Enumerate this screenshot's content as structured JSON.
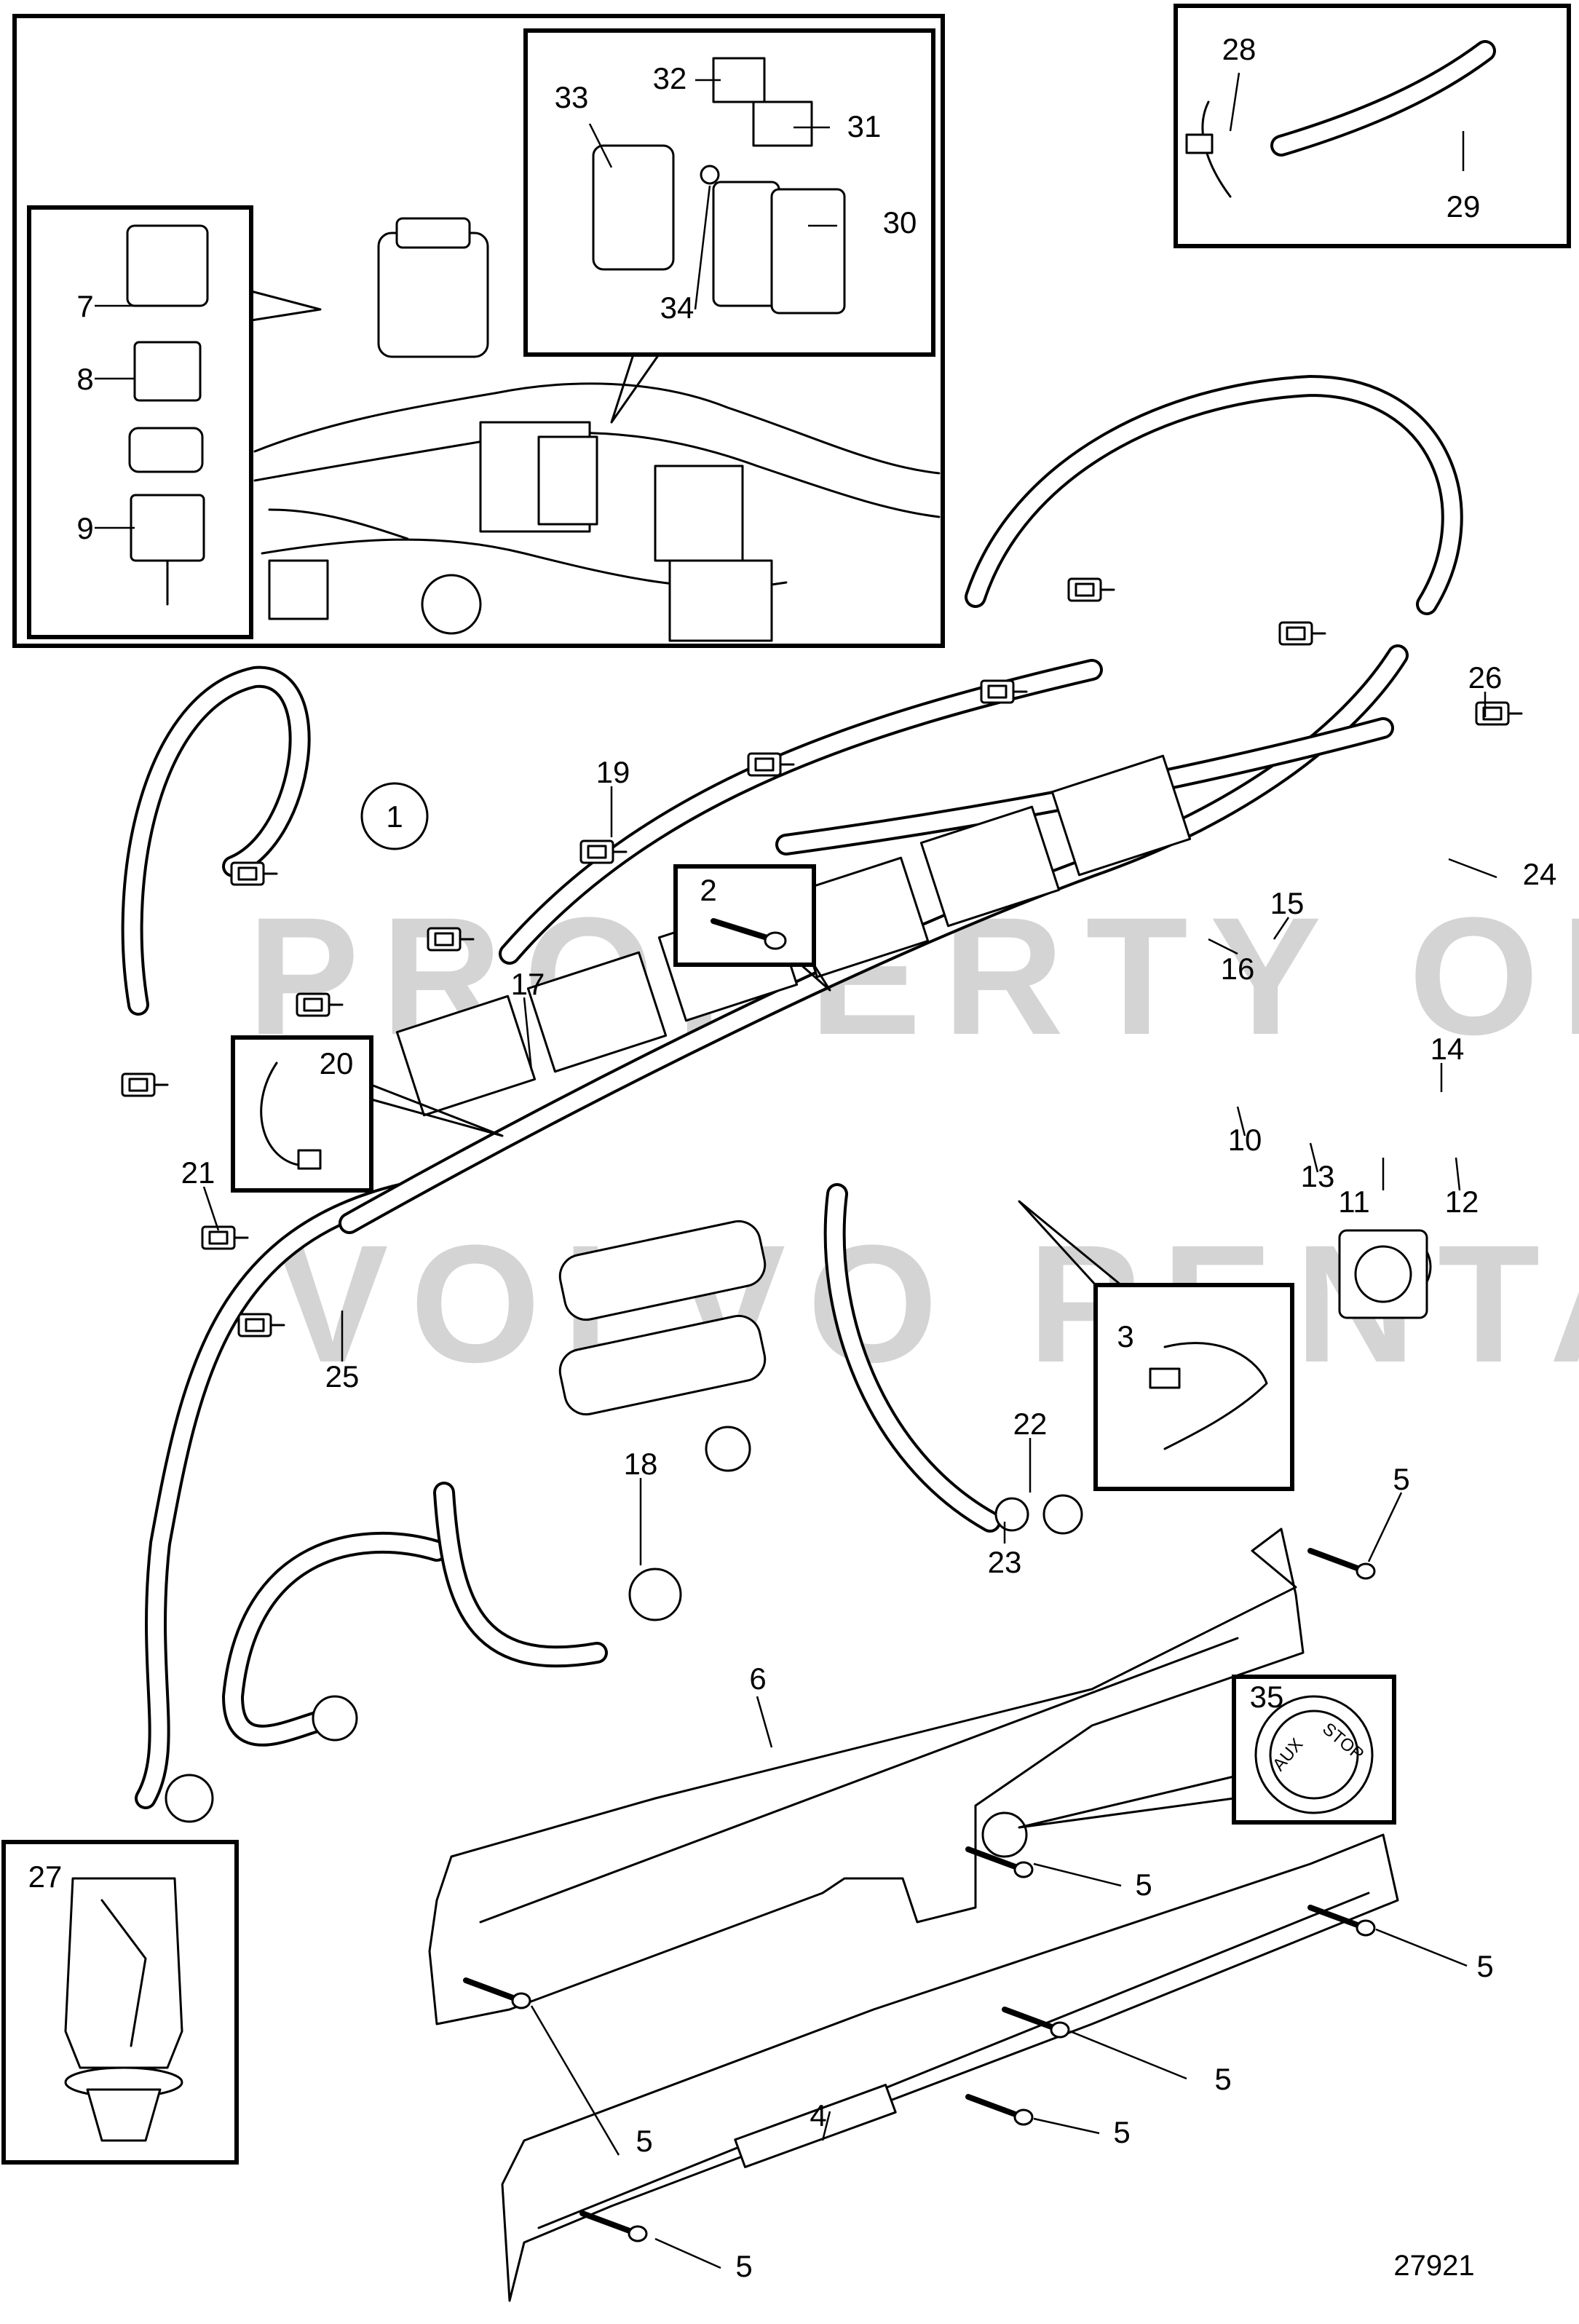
{
  "callouts": [
    "1",
    "2",
    "3",
    "4",
    "5",
    "6",
    "7",
    "8",
    "9",
    "10",
    "11",
    "12",
    "13",
    "14",
    "15",
    "16",
    "17",
    "18",
    "19",
    "20",
    "21",
    "22",
    "23",
    "24",
    "25",
    "26",
    "27",
    "28",
    "29",
    "30",
    "31",
    "32",
    "33",
    "34",
    "35"
  ],
  "drawing_number": "27921",
  "button_label_aux": "AUX",
  "button_label_stop": "STOP",
  "watermark": {
    "line1": "PROPERTY OF",
    "line2": "VOLVO PENTA"
  }
}
